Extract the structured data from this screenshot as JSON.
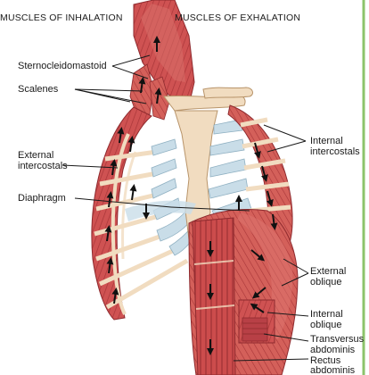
{
  "headings": {
    "inhalation": "MUSCLES OF INHALATION",
    "exhalation": "MUSCLES OF EXHALATION"
  },
  "labels": {
    "sternocleidomastoid": "Sternocleidomastoid",
    "scalenes": "Scalenes",
    "external_intercostals_1": "External",
    "external_intercostals_2": "intercostals",
    "diaphragm": "Diaphragm",
    "internal_intercostals_1": "Internal",
    "internal_intercostals_2": "intercostals",
    "external_oblique_1": "External",
    "external_oblique_2": "oblique",
    "internal_oblique_1": "Internal",
    "internal_oblique_2": "oblique",
    "transversus_abdominis_1": "Transversus",
    "transversus_abdominis_2": "abdominis",
    "rectus_abdominis_1": "Rectus",
    "rectus_abdominis_2": "abdominis"
  },
  "colors": {
    "muscle": "#c94a4a",
    "muscle_light": "#e07a74",
    "muscle_dark": "#9b2f33",
    "bone": "#f1dcc0",
    "cartilage": "#c9dde8",
    "leader": "#1a1a1a"
  }
}
